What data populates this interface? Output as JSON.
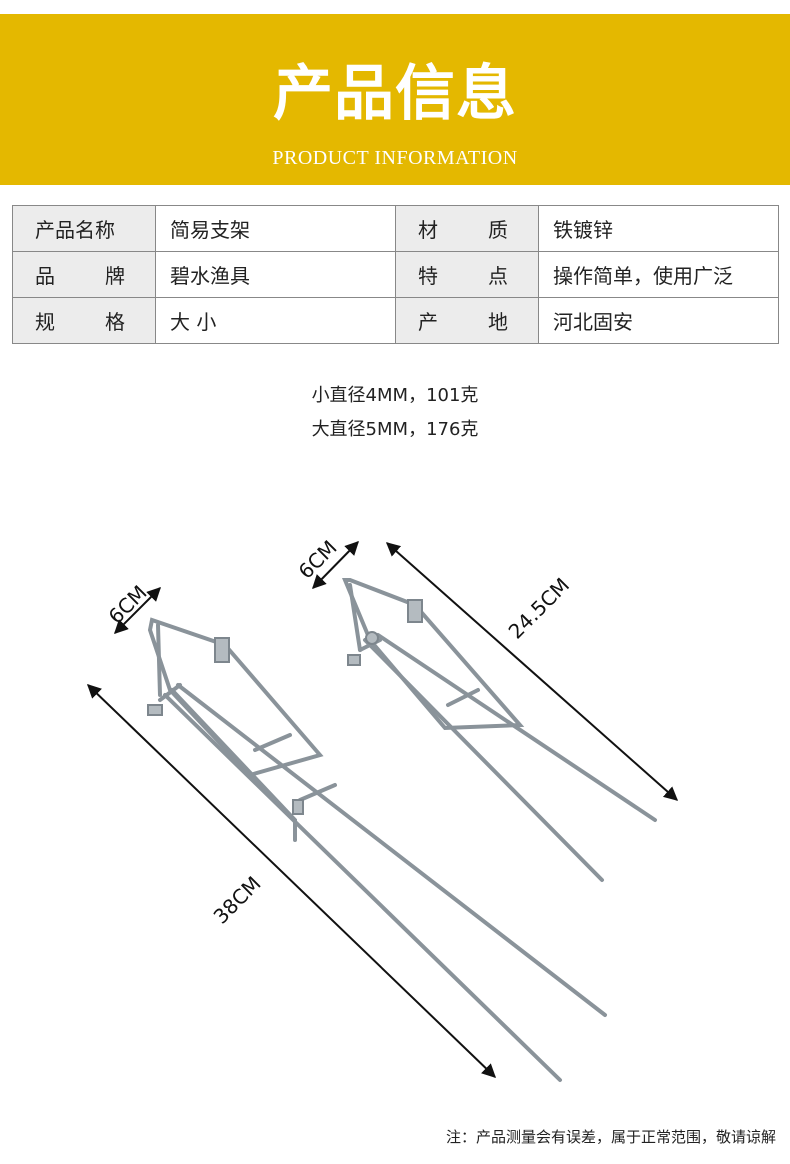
{
  "banner": {
    "title": "产品信息",
    "subtitle": "PRODUCT INFORMATION",
    "color": "#e4b800"
  },
  "spec_table": [
    {
      "label1": [
        "产品名称"
      ],
      "value1": "简易支架",
      "label2": [
        "材",
        "质"
      ],
      "value2": "铁镀锌"
    },
    {
      "label1": [
        "品",
        "牌"
      ],
      "value1": "碧水渔具",
      "label2": [
        "特",
        "点"
      ],
      "value2": "操作简单，使用广泛"
    },
    {
      "label1": [
        "规",
        "格"
      ],
      "value1": "大 小",
      "label2": [
        "产",
        "地"
      ],
      "value2": "河北固安"
    }
  ],
  "sizes": {
    "small": "小直径4MM，101克",
    "large": "大直径5MM，176克"
  },
  "dimensions": {
    "large_width": "6CM",
    "small_width": "6CM",
    "large_length": "38CM",
    "small_length": "24.5CM"
  },
  "note": "注：产品测量会有误差，属于正常范围，敬请谅解"
}
